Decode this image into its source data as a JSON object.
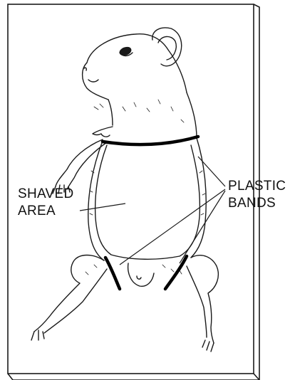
{
  "labels": {
    "shaved_area": [
      "SHAVED",
      "AREA"
    ],
    "plastic_bands": [
      "PLASTIC",
      "BANDS"
    ]
  },
  "colors": {
    "ink": "#1a1a1a",
    "band": "#000000",
    "paper": "#ffffff"
  }
}
